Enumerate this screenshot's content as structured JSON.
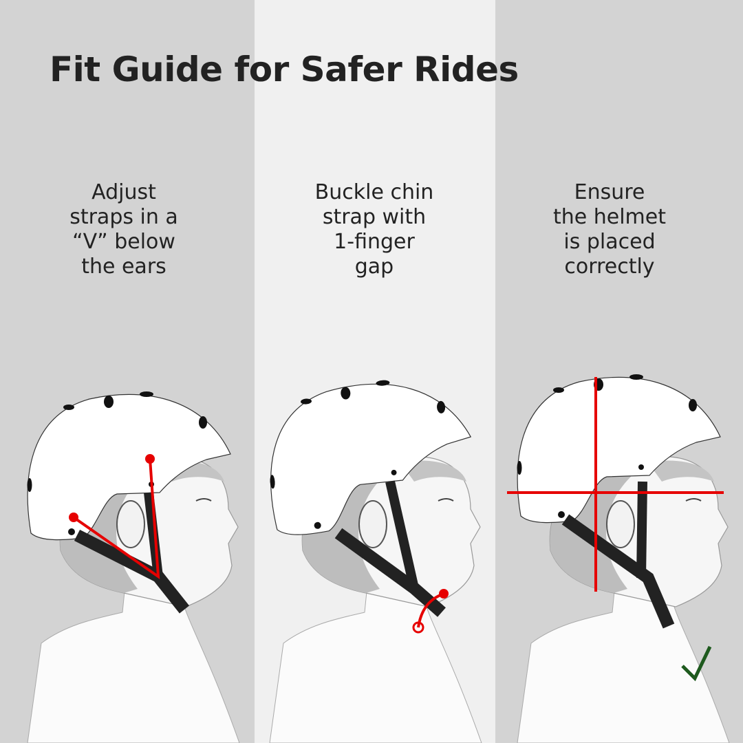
{
  "title": "Fit Guide for Safer Rides",
  "steps": [
    {
      "lines": [
        "Adjust",
        "straps in a",
        "“V” below",
        "the ears"
      ]
    },
    {
      "lines": [
        "Buckle chin",
        "strap with",
        "1-finger",
        "gap"
      ]
    },
    {
      "lines": [
        "Ensure",
        "the helmet",
        "is placed",
        "correctly"
      ]
    }
  ],
  "colors": {
    "accent_red": "#e60000",
    "check_green": "#1e5a1e",
    "strap": "#222222"
  },
  "icons": [
    "checkmark-icon"
  ]
}
